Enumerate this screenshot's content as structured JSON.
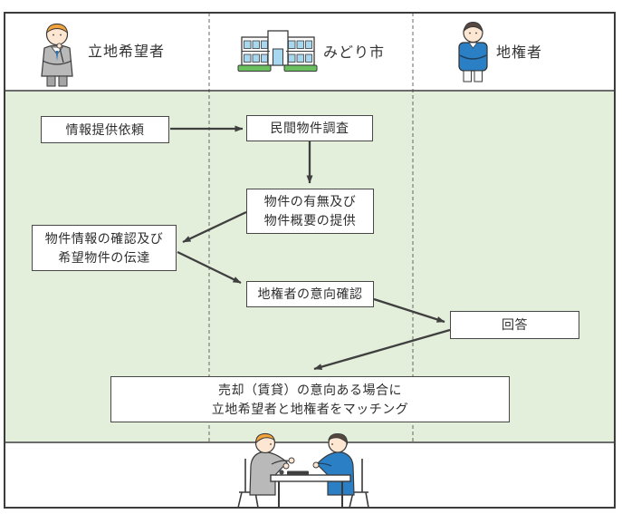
{
  "header": {
    "lanes": [
      {
        "id": "locator",
        "label": "立地希望者",
        "icon": "thinking-businessman-icon"
      },
      {
        "id": "city",
        "label": "みどり市",
        "icon": "city-hall-icon"
      },
      {
        "id": "landowner",
        "label": "地権者",
        "icon": "arms-crossed-businessman-icon"
      }
    ]
  },
  "diagram": {
    "type": "swimlane-flowchart",
    "boxes": {
      "info_request": {
        "lane": "locator",
        "lines": [
          "情報提供依頼"
        ]
      },
      "survey": {
        "lane": "city",
        "lines": [
          "民間物件調査"
        ]
      },
      "provide": {
        "lane": "city",
        "lines": [
          "物件の有無及び",
          "物件概要の提供"
        ]
      },
      "confirm": {
        "lane": "locator",
        "lines": [
          "物件情報の確認及び",
          "希望物件の伝達"
        ]
      },
      "intent": {
        "lane": "city",
        "lines": [
          "地権者の意向確認"
        ]
      },
      "answer": {
        "lane": "landowner",
        "lines": [
          "回答"
        ]
      },
      "matching": {
        "lane": "city",
        "lines": [
          "売却（賃貸）の意向ある場合に",
          "立地希望者と地権者をマッチング"
        ]
      }
    },
    "edges": [
      {
        "from": "info_request",
        "to": "survey",
        "points": [
          [
            188,
            142
          ],
          [
            268,
            142
          ]
        ]
      },
      {
        "from": "survey",
        "to": "provide",
        "points": [
          [
            342,
            156
          ],
          [
            342,
            202
          ]
        ]
      },
      {
        "from": "provide",
        "to": "confirm",
        "points": [
          [
            272,
            234
          ],
          [
            202,
            267
          ]
        ]
      },
      {
        "from": "confirm",
        "to": "intent",
        "points": [
          [
            196,
            278
          ],
          [
            266,
            312
          ]
        ]
      },
      {
        "from": "intent",
        "to": "answer",
        "points": [
          [
            413,
            330
          ],
          [
            491,
            355
          ]
        ]
      },
      {
        "from": "answer",
        "to": "matching",
        "points": [
          [
            497,
            364
          ],
          [
            347,
            407
          ]
        ]
      }
    ],
    "colors": {
      "lane_background": "#e3eedb",
      "frame_border": "#3c3c3c",
      "arrow": "#3f3f3f",
      "suit_gray": "#b9b9b9",
      "jacket_blue": "#2b7fc4",
      "hair_orange": "#f2a33c",
      "window_blue": "#a8d8f0",
      "hedge_green": "#6abf5e"
    }
  }
}
